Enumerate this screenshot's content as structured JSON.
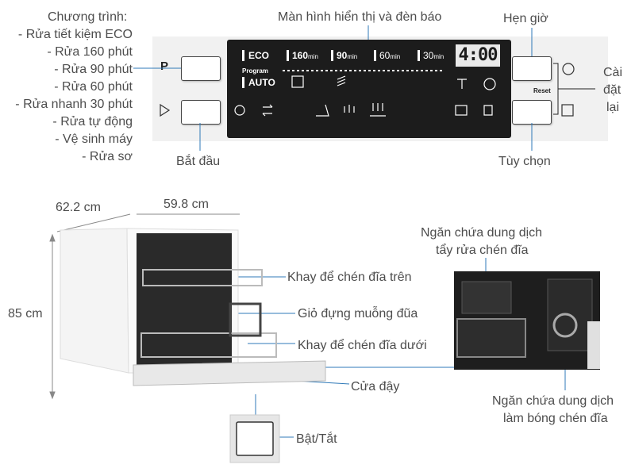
{
  "programs": {
    "title": "Chương trình:",
    "items": [
      "- Rửa tiết kiệm ECO",
      "- Rửa 160 phút",
      "- Rửa 90 phút",
      "- Rửa 60 phút",
      "- Rửa nhanh 30 phút",
      "- Rửa tự động",
      "- Vệ sinh máy",
      "- Rửa sơ"
    ]
  },
  "labels": {
    "display": "Màn hình hiển thị và đèn báo",
    "timer": "Hẹn giờ",
    "reset_line1": "Cài",
    "reset_line2": "đặt",
    "reset_line3": "lại",
    "start": "Bắt đầu",
    "options": "Tùy chọn",
    "upper_rack": "Khay để chén đĩa trên",
    "cutlery": "Giỏ đựng muỗng đũa",
    "lower_rack": "Khay để chén đĩa dưới",
    "door": "Cửa đậy",
    "power": "Bật/Tắt",
    "detergent_line1": "Ngăn chứa dung dịch",
    "detergent_line2": "tẩy rửa chén đĩa",
    "rinse_line1": "Ngăn chứa dung dịch",
    "rinse_line2": "làm bóng chén đĩa"
  },
  "dimensions": {
    "depth": "62.2 cm",
    "width": "59.8 cm",
    "height": "85 cm"
  },
  "panel": {
    "p_button": "P",
    "reset_text": "Reset",
    "eco": "ECO",
    "t160": "160",
    "t90": "90",
    "t60": "60",
    "t30": "30",
    "unit": "min",
    "program_text": "Program",
    "auto": "AUTO",
    "time_readout": "4:00"
  }
}
